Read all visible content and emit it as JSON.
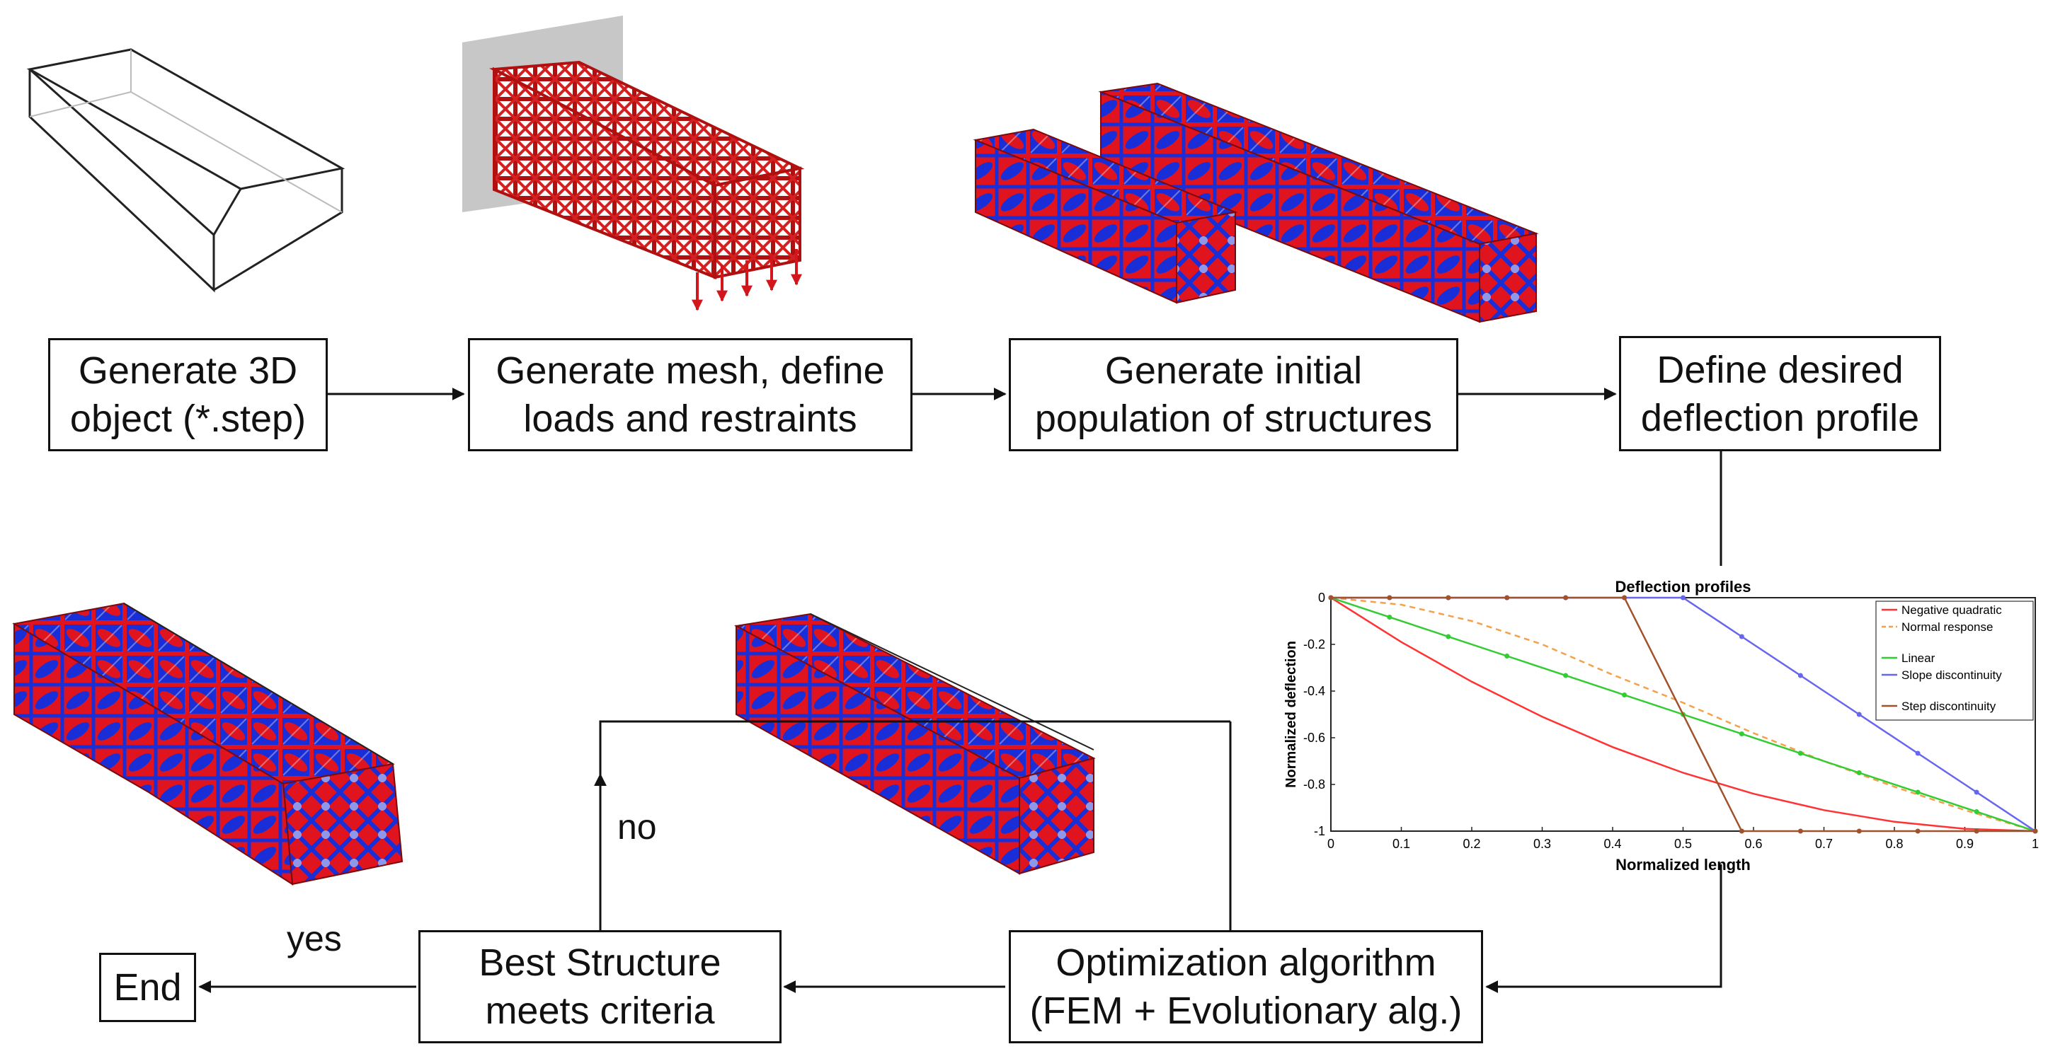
{
  "boxes": {
    "generate_3d": "Generate 3D\nobject (*.step)",
    "generate_mesh": "Generate mesh, define\nloads and restraints",
    "initial_population": "Generate initial\npopulation of structures",
    "deflection_profile": "Define desired\ndeflection profile",
    "optimization": "Optimization algorithm\n(FEM + Evolutionary alg.)",
    "best_structure": "Best Structure\nmeets criteria",
    "end": "End"
  },
  "labels": {
    "no": "no",
    "yes": "yes"
  },
  "colors": {
    "lattice_red": "#e0141e",
    "lattice_blue": "#1a2ed8",
    "mesh_dark_red": "#b01010",
    "wall_gray": "#b4b4b4",
    "line": "#111111"
  },
  "chart_data": {
    "type": "line",
    "title": "Deflection profiles",
    "xlabel": "Normalized length",
    "ylabel": "Normalized deflection",
    "xlim": [
      0,
      1
    ],
    "ylim": [
      -1,
      0
    ],
    "xticks": [
      "0",
      "0.1",
      "0.2",
      "0.3",
      "0.4",
      "0.5",
      "0.6",
      "0.7",
      "0.8",
      "0.9",
      "1"
    ],
    "yticks": [
      "0",
      "-0.2",
      "-0.4",
      "-0.6",
      "-0.8",
      "-1"
    ],
    "legend_position": "top-right",
    "series": [
      {
        "name": "Negative quadratic",
        "color": "#ff3333",
        "style": "solid",
        "marker": "none",
        "x": [
          0,
          0.1,
          0.2,
          0.3,
          0.4,
          0.5,
          0.6,
          0.7,
          0.8,
          0.9,
          1
        ],
        "y": [
          0,
          -0.19,
          -0.36,
          -0.51,
          -0.64,
          -0.75,
          -0.84,
          -0.91,
          -0.96,
          -0.99,
          -1
        ]
      },
      {
        "name": "Normal response",
        "color": "#f5a04a",
        "style": "dashed",
        "marker": "none",
        "x": [
          0,
          0.1,
          0.2,
          0.3,
          0.4,
          0.5,
          0.6,
          0.7,
          0.8,
          0.9,
          1
        ],
        "y": [
          0,
          -0.03,
          -0.1,
          -0.2,
          -0.33,
          -0.45,
          -0.58,
          -0.7,
          -0.81,
          -0.91,
          -1
        ]
      },
      {
        "name": "Linear",
        "color": "#33cc33",
        "style": "solid",
        "marker": "dot",
        "x": [
          0,
          0.0833,
          0.1667,
          0.25,
          0.3333,
          0.4167,
          0.5,
          0.5833,
          0.6667,
          0.75,
          0.8333,
          0.9167,
          1
        ],
        "y": [
          0,
          -0.0833,
          -0.1667,
          -0.25,
          -0.3333,
          -0.4167,
          -0.5,
          -0.5833,
          -0.6667,
          -0.75,
          -0.8333,
          -0.9167,
          -1
        ]
      },
      {
        "name": "Slope discontinuity",
        "color": "#6666ee",
        "style": "solid",
        "marker": "dot",
        "x": [
          0,
          0.0833,
          0.1667,
          0.25,
          0.3333,
          0.4167,
          0.5,
          0.5833,
          0.6667,
          0.75,
          0.8333,
          0.9167,
          1
        ],
        "y": [
          0,
          0,
          0,
          0,
          0,
          0,
          0,
          -0.1667,
          -0.3333,
          -0.5,
          -0.6667,
          -0.8333,
          -1
        ]
      },
      {
        "name": "Step discontinuity",
        "color": "#a0522d",
        "style": "solid",
        "marker": "dot",
        "x": [
          0,
          0.0833,
          0.1667,
          0.25,
          0.3333,
          0.4167,
          0.5833,
          0.6667,
          0.75,
          0.8333,
          0.9167,
          1
        ],
        "y": [
          0,
          0,
          0,
          0,
          0,
          0,
          -1,
          -1,
          -1,
          -1,
          -1,
          -1
        ]
      }
    ]
  }
}
